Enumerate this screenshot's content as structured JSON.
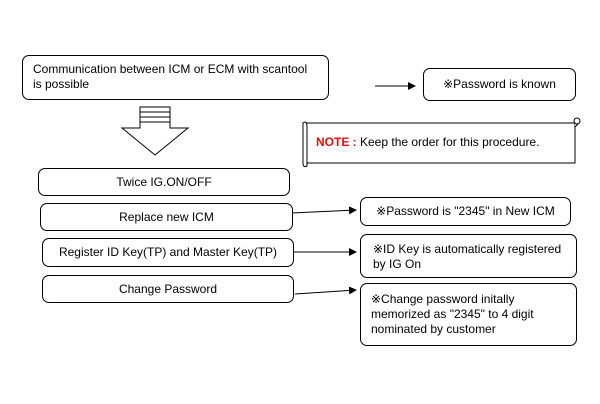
{
  "top_box": {
    "text": "Communication between ICM or ECM with scantool is possible"
  },
  "password_known": {
    "text": "※Password is known"
  },
  "note": {
    "label": "NOTE :",
    "text": " Keep the order for this procedure."
  },
  "steps": [
    {
      "text": "Twice IG.ON/OFF"
    },
    {
      "text": "Replace new ICM"
    },
    {
      "text": "Register ID Key(TP) and Master Key(TP)"
    },
    {
      "text": "Change Password"
    }
  ],
  "notes": [
    {
      "text": "※Password is \"2345\" in New ICM"
    },
    {
      "text": "※ID Key is automatically registered by IG On"
    },
    {
      "text": "※Change password initally memorized as \"2345\" to 4 digit nominated by customer"
    }
  ],
  "colors": {
    "note_label": "#e01010",
    "line": "#000000"
  }
}
